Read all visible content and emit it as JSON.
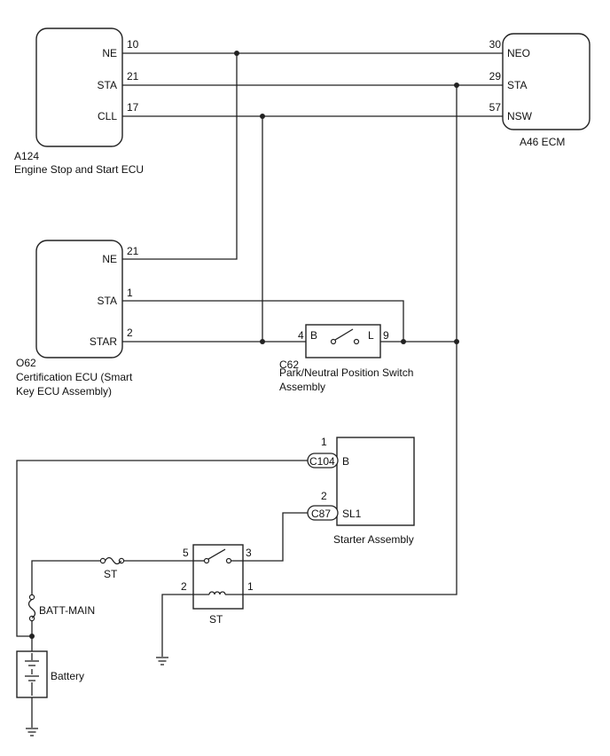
{
  "ecu_a124": {
    "code": "A124",
    "name": "Engine Stop and Start ECU",
    "terminals": [
      {
        "name": "NE",
        "pin": "10"
      },
      {
        "name": "STA",
        "pin": "21"
      },
      {
        "name": "CLL",
        "pin": "17"
      }
    ]
  },
  "ecm_a46": {
    "code_name": "A46  ECM",
    "terminals": [
      {
        "name": "NEO",
        "pin": "30"
      },
      {
        "name": "STA",
        "pin": "29"
      },
      {
        "name": "NSW",
        "pin": "57"
      }
    ]
  },
  "ecu_o62": {
    "code": "O62",
    "name_line1": "Certification ECU (Smart",
    "name_line2": "Key ECU Assembly)",
    "terminals": [
      {
        "name": "NE",
        "pin": "21"
      },
      {
        "name": "STA",
        "pin": "1"
      },
      {
        "name": "STAR",
        "pin": "2"
      }
    ]
  },
  "switch_c62": {
    "code": "C62",
    "name_line1": "Park/Neutral Position Switch",
    "name_line2": "Assembly",
    "term_b": "B",
    "term_l": "L",
    "pin_b": "4",
    "pin_l": "9"
  },
  "starter": {
    "name": "Starter Assembly",
    "conn_1": "C104",
    "term_1": "B",
    "pin_1": "1",
    "conn_2": "C87",
    "term_2": "SL1",
    "pin_2": "2"
  },
  "relay_st": {
    "name": "ST",
    "pin_5": "5",
    "pin_3": "3",
    "pin_2": "2",
    "pin_1": "1"
  },
  "fuse_st": "ST",
  "fuse_batt_main": "BATT-MAIN",
  "battery": "Battery"
}
